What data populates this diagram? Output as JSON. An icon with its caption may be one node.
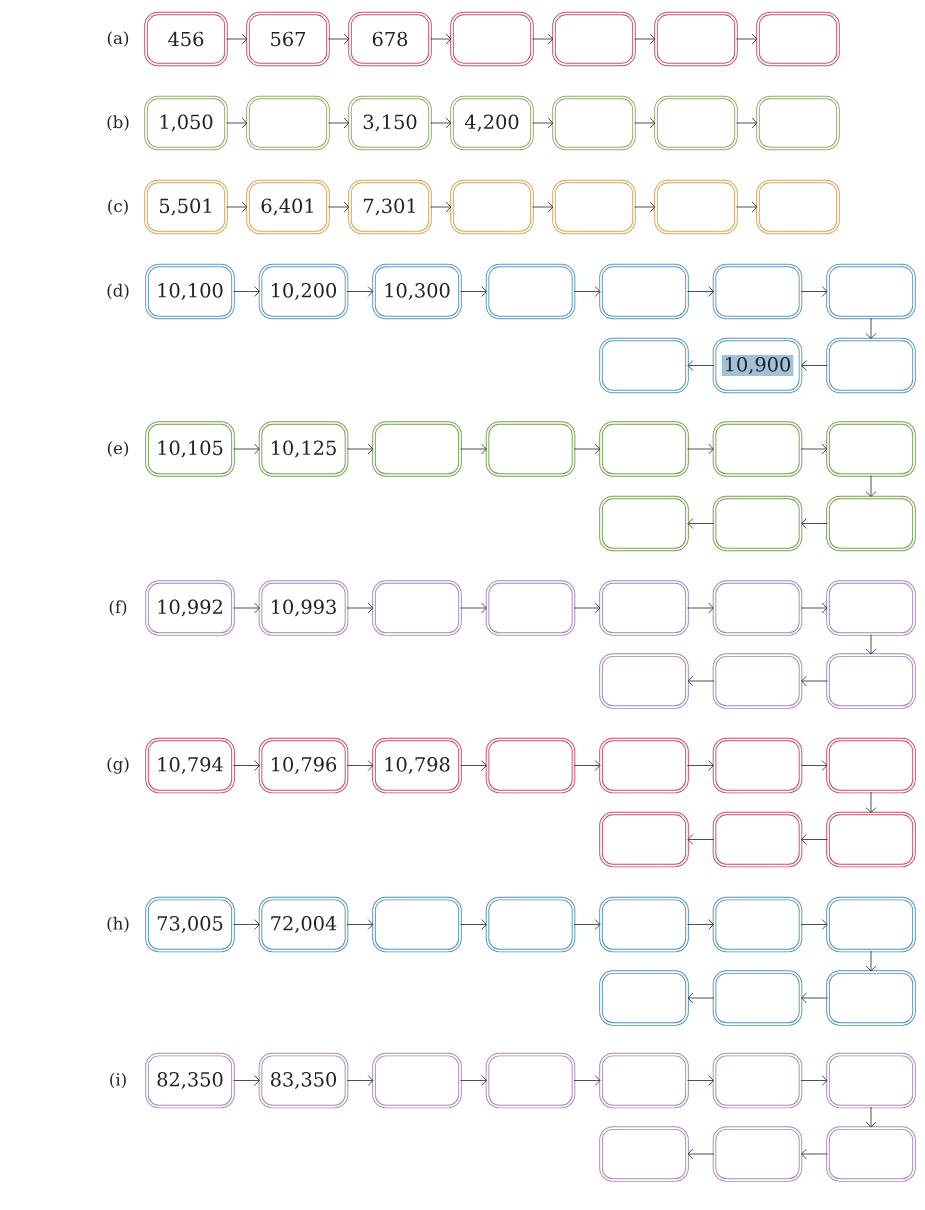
{
  "diagram": {
    "nodes": [
      {
        "text": [
          "456"
        ]
      },
      {
        "text": [
          "567"
        ]
      },
      {
        "text": [
          "678"
        ]
      },
      {
        "text": [],
        "shape": "box"
      },
      {
        "text": [],
        "shape": "box"
      },
      {
        "text": [],
        "shape": "box"
      },
      {
        "text": [],
        "shape": "box"
      },
      {
        "text": [
          "1,050"
        ]
      },
      {
        "text": [],
        "shape": "box"
      },
      {
        "text": [
          "3,150"
        ]
      },
      {
        "text": [
          "4,200"
        ]
      },
      {
        "text": [],
        "shape": "box"
      },
      {
        "text": [],
        "shape": "box"
      },
      {
        "text": [],
        "shape": "box"
      },
      {
        "text": [
          "5,501"
        ]
      },
      {
        "text": [
          "6,401"
        ]
      },
      {
        "text": [
          "7,301"
        ]
      },
      {
        "text": [],
        "shape": "box"
      },
      {
        "text": [],
        "shape": "box"
      },
      {
        "text": [],
        "shape": "box"
      },
      {
        "text": [],
        "shape": "box"
      },
      {
        "text": [
          "10,100"
        ]
      },
      {
        "text": [
          "10,200"
        ]
      },
      {
        "text": [
          "10,300"
        ]
      },
      {
        "text": [],
        "shape": "box"
      },
      {
        "text": [],
        "shape": "box"
      },
      {
        "text": [],
        "shape": "box"
      },
      {
        "text": [],
        "shape": "box"
      },
      {
        "text": [],
        "shape": "box"
      },
      {
        "text": [
          "10,900"
        ]
      },
      {
        "text": [],
        "shape": "box"
      },
      {
        "text": [
          "10,105"
        ]
      },
      {
        "text": [
          "10,125"
        ]
      },
      {
        "text": [],
        "shape": "box"
      },
      {
        "text": [],
        "shape": "box"
      },
      {
        "text": [],
        "shape": "box"
      },
      {
        "text": [],
        "shape": "box"
      },
      {
        "text": [],
        "shape": "box"
      },
      {
        "text": [],
        "shape": "box"
      },
      {
        "text": [],
        "shape": "box"
      },
      {
        "text": [],
        "shape": "box"
      },
      {
        "text": [
          "10,992"
        ]
      },
      {
        "text": [
          "10,993"
        ]
      },
      {
        "text": [],
        "shape": "box"
      },
      {
        "text": [],
        "shape": "box"
      },
      {
        "text": [],
        "shape": "box"
      },
      {
        "text": [],
        "shape": "box"
      },
      {
        "text": [],
        "shape": "box"
      },
      {
        "text": [],
        "shape": "box"
      },
      {
        "text": [],
        "shape": "box"
      },
      {
        "text": [],
        "shape": "box"
      },
      {
        "text": [
          "10,794"
        ]
      },
      {
        "text": [
          "10,796"
        ]
      },
      {
        "text": [
          "10,798"
        ]
      },
      {
        "text": [],
        "shape": "box"
      },
      {
        "text": [],
        "shape": "box"
      },
      {
        "text": [],
        "shape": "box"
      },
      {
        "text": [],
        "shape": "box"
      },
      {
        "text": [],
        "shape": "box"
      },
      {
        "text": [],
        "shape": "box"
      },
      {
        "text": [],
        "shape": "box"
      },
      {
        "text": [
          "73,005"
        ]
      },
      {
        "text": [
          "72,004"
        ]
      },
      {
        "text": [],
        "shape": "box"
      },
      {
        "text": [],
        "shape": "box"
      },
      {
        "text": [],
        "shape": "box"
      },
      {
        "text": [],
        "shape": "box"
      },
      {
        "text": [],
        "shape": "box"
      },
      {
        "text": [],
        "shape": "box"
      },
      {
        "text": [],
        "shape": "box"
      },
      {
        "text": [],
        "shape": "box"
      },
      {
        "text": [
          "82,350"
        ]
      },
      {
        "text": [
          "83,350"
        ]
      },
      {
        "text": [],
        "shape": "box"
      },
      {
        "text": [],
        "shape": "box"
      },
      {
        "text": [],
        "shape": "box"
      },
      {
        "text": [],
        "shape": "box"
      },
      {
        "text": [],
        "shape": "box"
      },
      {
        "text": [],
        "shape": "box"
      },
      {
        "text": [],
        "shape": "box"
      },
      {
        "text": [],
        "shape": "box"
      }
    ],
    "edges": [
      {
        "from": 0,
        "to": 1,
        "arrow": "to"
      },
      {
        "from": 1,
        "to": 2,
        "arrow": "to"
      },
      {
        "from": 2,
        "to": 3,
        "arrow": "to"
      },
      {
        "from": 3,
        "to": 4,
        "arrow": "to"
      },
      {
        "from": 4,
        "to": 5,
        "arrow": "to"
      },
      {
        "from": 5,
        "to": 6,
        "arrow": "to"
      },
      {
        "from": 7,
        "to": 8,
        "arrow": "to"
      },
      {
        "from": 8,
        "to": 9,
        "arrow": "to"
      },
      {
        "from": 9,
        "to": 10,
        "arrow": "to"
      },
      {
        "from": 10,
        "to": 11,
        "arrow": "to"
      },
      {
        "from": 11,
        "to": 12,
        "arrow": "to"
      },
      {
        "from": 12,
        "to": 13,
        "arrow": "to"
      },
      {
        "from": 14,
        "to": 15,
        "arrow": "to"
      },
      {
        "from": 15,
        "to": 16,
        "arrow": "to"
      },
      {
        "from": 16,
        "to": 17,
        "arrow": "to"
      },
      {
        "from": 17,
        "to": 18,
        "arrow": "to"
      },
      {
        "from": 18,
        "to": 19,
        "arrow": "to"
      },
      {
        "from": 19,
        "to": 20,
        "arrow": "to"
      },
      {
        "from": 21,
        "to": 22,
        "arrow": "to"
      },
      {
        "from": 22,
        "to": 23,
        "arrow": "to"
      },
      {
        "from": 23,
        "to": 24,
        "arrow": "to"
      },
      {
        "from": 24,
        "to": 25,
        "arrow": "to"
      },
      {
        "from": 25,
        "to": 26,
        "arrow": "to"
      },
      {
        "from": 26,
        "to": 27,
        "arrow": "to"
      },
      {
        "from": 27,
        "to": 30,
        "arrow": "to"
      },
      {
        "from": 30,
        "to": 29,
        "arrow": "to"
      },
      {
        "from": 29,
        "to": 28,
        "arrow": "to"
      },
      {
        "from": 31,
        "to": 32,
        "arrow": "to"
      },
      {
        "from": 32,
        "to": 33,
        "arrow": "to"
      },
      {
        "from": 33,
        "to": 34,
        "arrow": "to"
      },
      {
        "from": 34,
        "to": 35,
        "arrow": "to"
      },
      {
        "from": 35,
        "to": 36,
        "arrow": "to"
      },
      {
        "from": 36,
        "to": 37,
        "arrow": "to"
      },
      {
        "from": 37,
        "to": 40,
        "arrow": "to"
      },
      {
        "from": 40,
        "to": 39,
        "arrow": "to"
      },
      {
        "from": 39,
        "to": 38,
        "arrow": "to"
      },
      {
        "from": 41,
        "to": 42,
        "arrow": "to"
      },
      {
        "from": 42,
        "to": 43,
        "arrow": "to"
      },
      {
        "from": 43,
        "to": 44,
        "arrow": "to"
      },
      {
        "from": 44,
        "to": 45,
        "arrow": "to"
      },
      {
        "from": 45,
        "to": 46,
        "arrow": "to"
      },
      {
        "from": 46,
        "to": 47,
        "arrow": "to"
      },
      {
        "from": 47,
        "to": 50,
        "arrow": "to"
      },
      {
        "from": 50,
        "to": 49,
        "arrow": "to"
      },
      {
        "from": 49,
        "to": 48,
        "arrow": "to"
      },
      {
        "from": 51,
        "to": 52,
        "arrow": "to"
      },
      {
        "from": 52,
        "to": 53,
        "arrow": "to"
      },
      {
        "from": 53,
        "to": 54,
        "arrow": "to"
      },
      {
        "from": 54,
        "to": 55,
        "arrow": "to"
      },
      {
        "from": 55,
        "to": 56,
        "arrow": "to"
      },
      {
        "from": 56,
        "to": 57,
        "arrow": "to"
      },
      {
        "from": 57,
        "to": 60,
        "arrow": "to"
      },
      {
        "from": 60,
        "to": 59,
        "arrow": "to"
      },
      {
        "from": 59,
        "to": 58,
        "arrow": "to"
      },
      {
        "from": 61,
        "to": 62,
        "arrow": "to"
      },
      {
        "from": 62,
        "to": 63,
        "arrow": "to"
      },
      {
        "from": 63,
        "to": 64,
        "arrow": "to"
      },
      {
        "from": 64,
        "to": 65,
        "arrow": "to"
      },
      {
        "from": 65,
        "to": 66,
        "arrow": "to"
      },
      {
        "from": 66,
        "to": 67,
        "arrow": "to"
      },
      {
        "from": 67,
        "to": 70,
        "arrow": "to"
      },
      {
        "from": 70,
        "to": 69,
        "arrow": "to"
      },
      {
        "from": 69,
        "to": 68,
        "arrow": "to"
      },
      {
        "from": 71,
        "to": 72,
        "arrow": "to"
      },
      {
        "from": 72,
        "to": 73,
        "arrow": "to"
      },
      {
        "from": 73,
        "to": 74,
        "arrow": "to"
      },
      {
        "from": 74,
        "to": 75,
        "arrow": "to"
      },
      {
        "from": 75,
        "to": 76,
        "arrow": "to"
      },
      {
        "from": 76,
        "to": 77,
        "arrow": "to"
      },
      {
        "from": 77,
        "to": 80,
        "arrow": "to"
      },
      {
        "from": 80,
        "to": 79,
        "arrow": "to"
      },
      {
        "from": 79,
        "to": 78,
        "arrow": "to"
      }
    ],
    "labels": [
      "(a)",
      "(b)",
      "(c)",
      "(d)",
      "(e)",
      "(f)",
      "(g)",
      "(h)",
      "(i)"
    ]
  }
}
